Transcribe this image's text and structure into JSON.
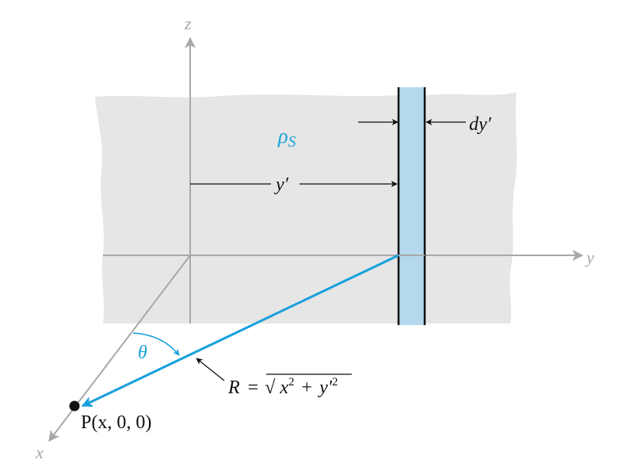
{
  "colors": {
    "background": "#ffffff",
    "sheet_fill": "#e6e6e6",
    "axis_gray": "#a8a8a8",
    "accent_blue": "#1aa0dc",
    "strip_fill": "#b4d8ec",
    "ink": "#111111"
  },
  "labels": {
    "z_axis": "z",
    "y_axis": "y",
    "x_axis": "x",
    "rho_main": "ρ",
    "rho_sub": "S",
    "y_prime": "y′",
    "dy_prime": "dy′",
    "theta": "θ",
    "r_lhs": "R",
    "r_eq": "=",
    "r_sqrt": "√",
    "r_x": "x",
    "r_x_exp": "2",
    "r_plus": "+",
    "r_yprime": "y′",
    "r_yprime_exp": "2",
    "point_p": "P(x, 0, 0)"
  }
}
